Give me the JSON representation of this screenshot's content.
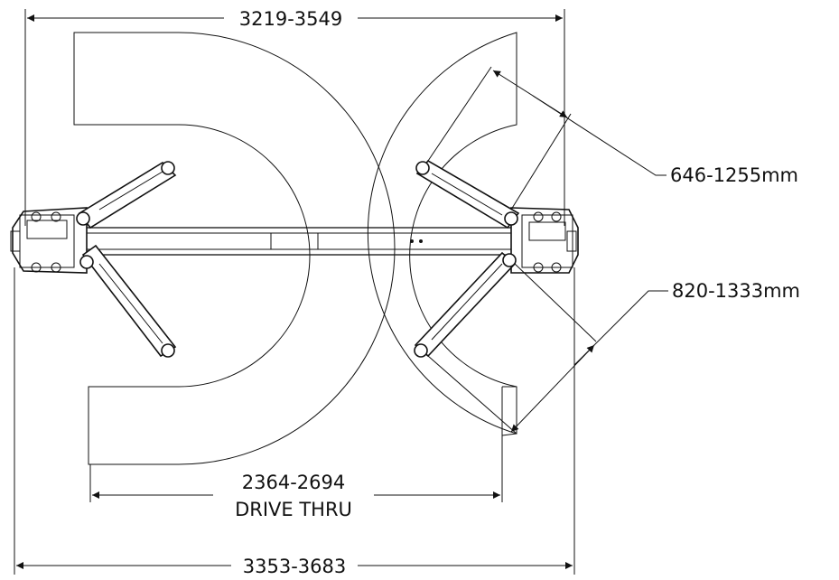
{
  "dimensions": {
    "top_overall": "3219-3549",
    "upper_arm_reach": "646-1255mm",
    "lower_arm_reach": "820-1333mm",
    "drive_thru_value": "2364-2694",
    "drive_thru_label": "DRIVE THRU",
    "bottom_overall": "3353-3683"
  },
  "colors": {
    "ink": "#111111",
    "background": "#ffffff"
  }
}
